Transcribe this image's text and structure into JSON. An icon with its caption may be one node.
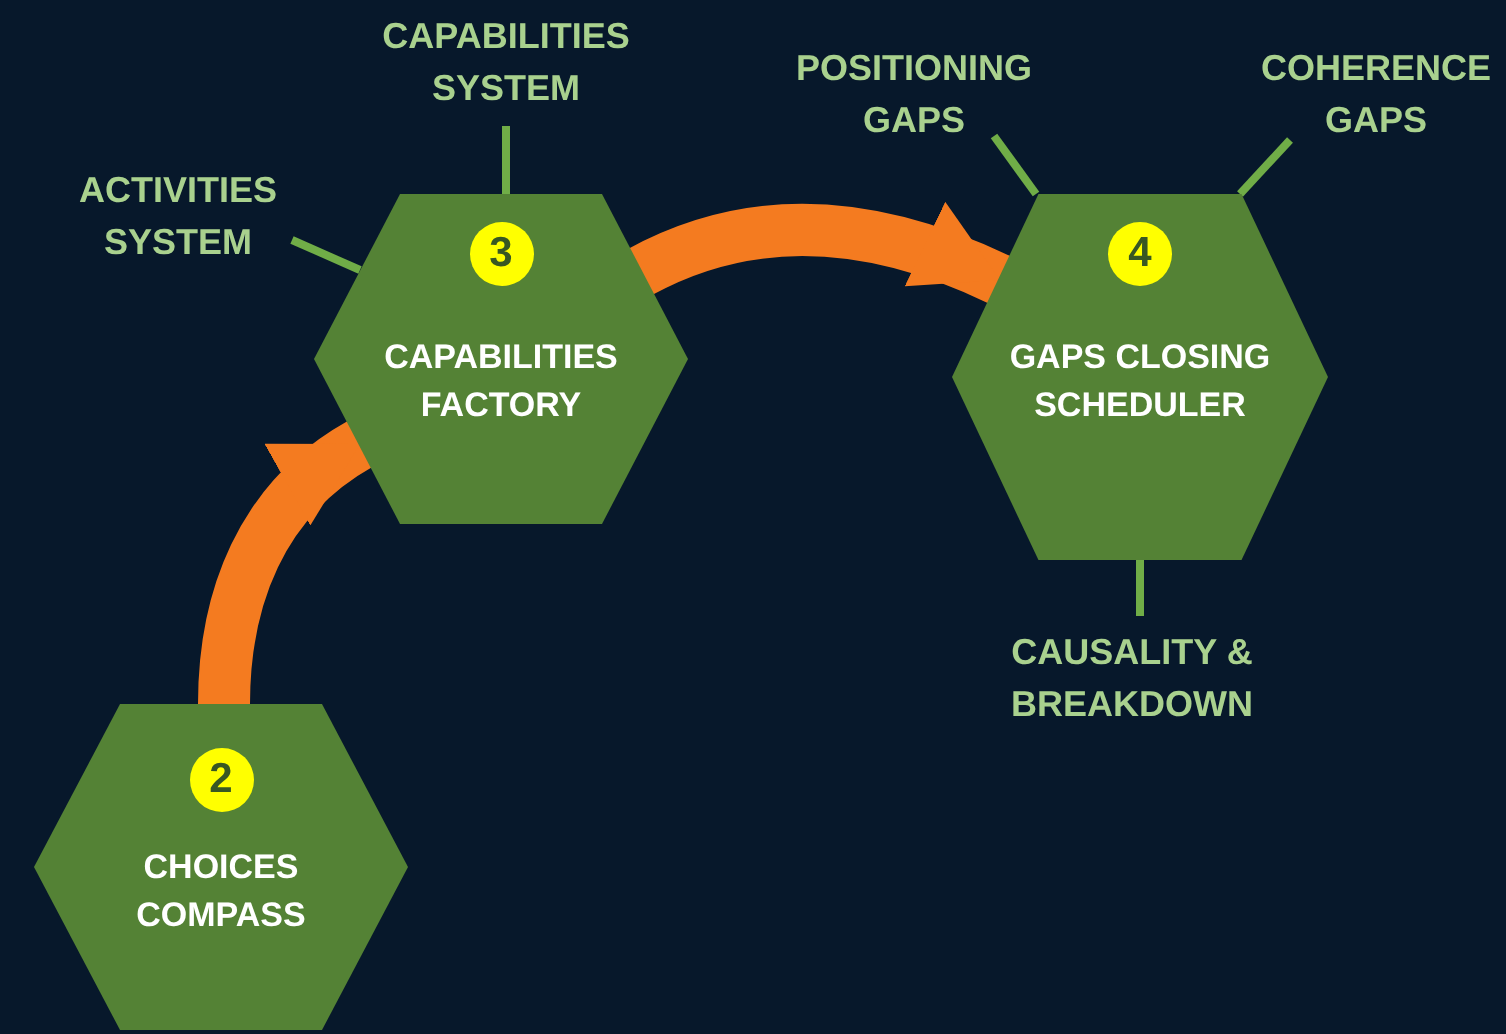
{
  "diagram": {
    "nodes": [
      {
        "text": [
          "ACTIVITIES SYSTEM"
        ]
      },
      {
        "text": [
          "CAPABILITIES SYSTEM"
        ]
      },
      {
        "text": [
          "3",
          "CAPABILITIES FACTORY"
        ]
      },
      {
        "text": [
          "POSITIONING GAPS"
        ]
      },
      {
        "text": [
          "COHERENCE GAPS"
        ]
      },
      {
        "text": [
          "4",
          "GAPS CLOSING SCHEDULER"
        ]
      },
      {
        "text": [
          "CAUSALITY & BREAKDOWN"
        ]
      },
      {
        "text": [
          "2",
          "CHOICES COMPASS"
        ]
      }
    ],
    "edges": [
      {
        "from": 0,
        "to": 2,
        "arrow": "none"
      },
      {
        "from": 1,
        "to": 2,
        "arrow": "none"
      },
      {
        "from": 3,
        "to": 5,
        "arrow": "none"
      },
      {
        "from": 4,
        "to": 5,
        "arrow": "none"
      },
      {
        "from": 6,
        "to": 5,
        "arrow": "none"
      },
      {
        "from": 7,
        "to": 2,
        "arrow": "to",
        "style": "thick",
        "color": "#f47b20"
      },
      {
        "from": 2,
        "to": 5,
        "arrow": "to",
        "style": "thick",
        "color": "#f47b20"
      }
    ]
  }
}
